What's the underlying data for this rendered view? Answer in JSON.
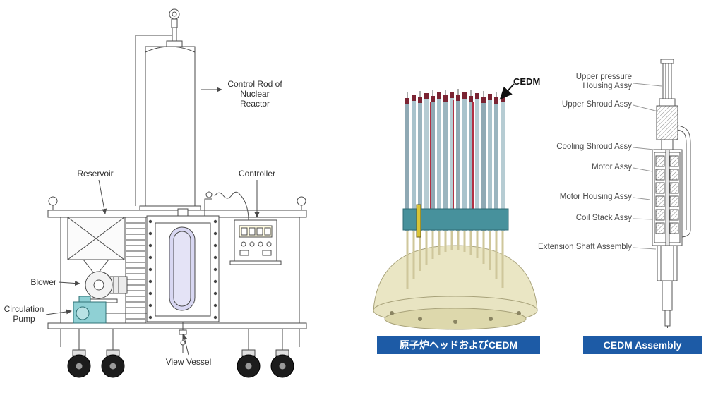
{
  "colors": {
    "caption_bar": "#1d5ba6",
    "caption_text": "#ffffff",
    "drawing_line": "#4a4a4a",
    "leader_line": "#999999",
    "dome": "#eae6c4",
    "rod_blue": "#9db9c2",
    "rod_band_teal": "#47919c",
    "rod_tip_red": "#7b2433",
    "pump_teal": "#8fd0d4",
    "vessel_window": "#d8d7f2",
    "wheel": "#1c1c1c"
  },
  "test_rig": {
    "labels": {
      "control_rod": "Control Rod of\nNuclear Reactor",
      "reservoir": "Reservoir",
      "controller": "Controller",
      "blower": "Blower",
      "circulation_pump": "Circulation\nPump",
      "view_vessel": "View Vessel"
    }
  },
  "reactor_head": {
    "pointer_label": "CEDM",
    "caption": "原子炉ヘッドおよびCEDM"
  },
  "cedm_assembly": {
    "caption": "CEDM Assembly",
    "labels": [
      "Upper pressure\nHousing Assy",
      "Upper Shroud Assy",
      "Cooling Shroud Assy",
      "Motor Assy",
      "Motor Housing Assy",
      "Coil Stack Assy",
      "Extension Shaft Assembly"
    ]
  }
}
